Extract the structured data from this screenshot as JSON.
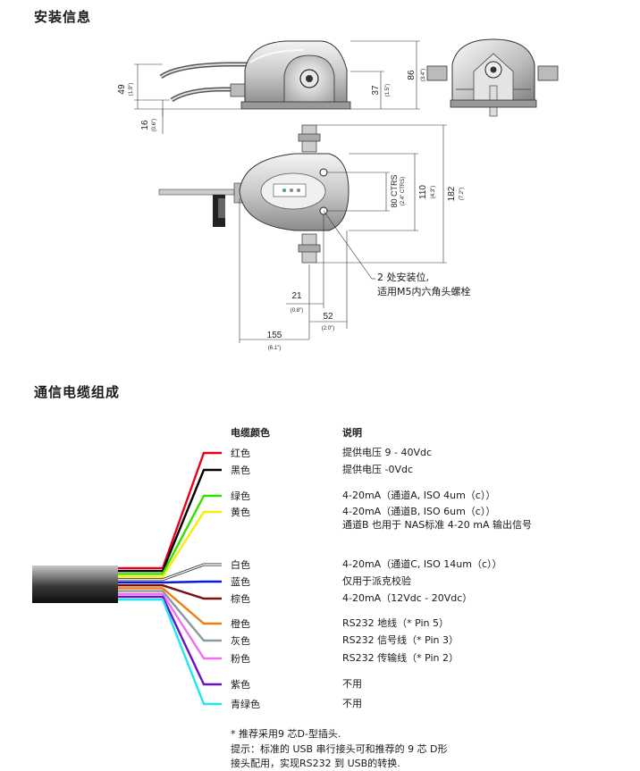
{
  "install": {
    "title": "安装信息",
    "callout_line1": "2 处安装位,",
    "callout_line2": "适用M5内六角头螺栓",
    "dims": {
      "d49": "49",
      "d49_in": "(1.9\")",
      "d16": "16",
      "d16_in": "(0.6\")",
      "d37": "37",
      "d37_in": "(1.5\")",
      "d86": "86",
      "d86_in": "(3.4\")",
      "d80": "80 CTRS",
      "d80_in": "(2.4\" CTRS)",
      "d110": "110",
      "d110_in": "(4.3\")",
      "d182": "182",
      "d182_in": "(7.2\")",
      "d21": "21",
      "d21_in": "(0.8\")",
      "d52": "52",
      "d52_in": "(2.0\")",
      "d155": "155",
      "d155_in": "(6.1\")"
    }
  },
  "cable": {
    "title": "通信电缆组成",
    "col_color": "电缆颜色",
    "col_desc": "说明",
    "rows": [
      {
        "color": "红色",
        "hex": "#e8001c",
        "desc": "提供电压 9 - 40Vdc"
      },
      {
        "color": "黑色",
        "hex": "#000000",
        "desc": "提供电压 -0Vdc"
      },
      {
        "color": "绿色",
        "hex": "#33e000",
        "desc": "4-20mA（通道A, ISO 4um（c））"
      },
      {
        "color": "黄色",
        "hex": "#f5f000",
        "desc": "4-20mA（通道B, ISO 6um（c））",
        "desc2": "通道B 也用于 NAS标准 4-20 mA 输出信号"
      },
      {
        "color": "白色",
        "hex": "#ffffff",
        "desc": "4-20mA（通道C, ISO 14um（c））"
      },
      {
        "color": "蓝色",
        "hex": "#0a1ad8",
        "desc": "仅用于派克校验"
      },
      {
        "color": "棕色",
        "hex": "#7a1010",
        "desc": "4-20mA（12Vdc - 20Vdc）"
      },
      {
        "color": "橙色",
        "hex": "#f07c10",
        "desc": "RS232 地线（* Pin 5）"
      },
      {
        "color": "灰色",
        "hex": "#8a98a0",
        "desc": "RS232 信号线（* Pin 3）"
      },
      {
        "color": "粉色",
        "hex": "#f070f0",
        "desc": "RS232 传输线（* Pin 2）"
      },
      {
        "color": "紫色",
        "hex": "#6a10c8",
        "desc": "不用"
      },
      {
        "color": "青绿色",
        "hex": "#20e8f0",
        "desc": "不用"
      }
    ],
    "note1": "* 推荐采用9 芯D-型插头.",
    "note2": "提示：标准的 USB 串行接头可和推荐的 9 芯 D形",
    "note3": "接头配用，实现RS232 到 USB的转换."
  }
}
